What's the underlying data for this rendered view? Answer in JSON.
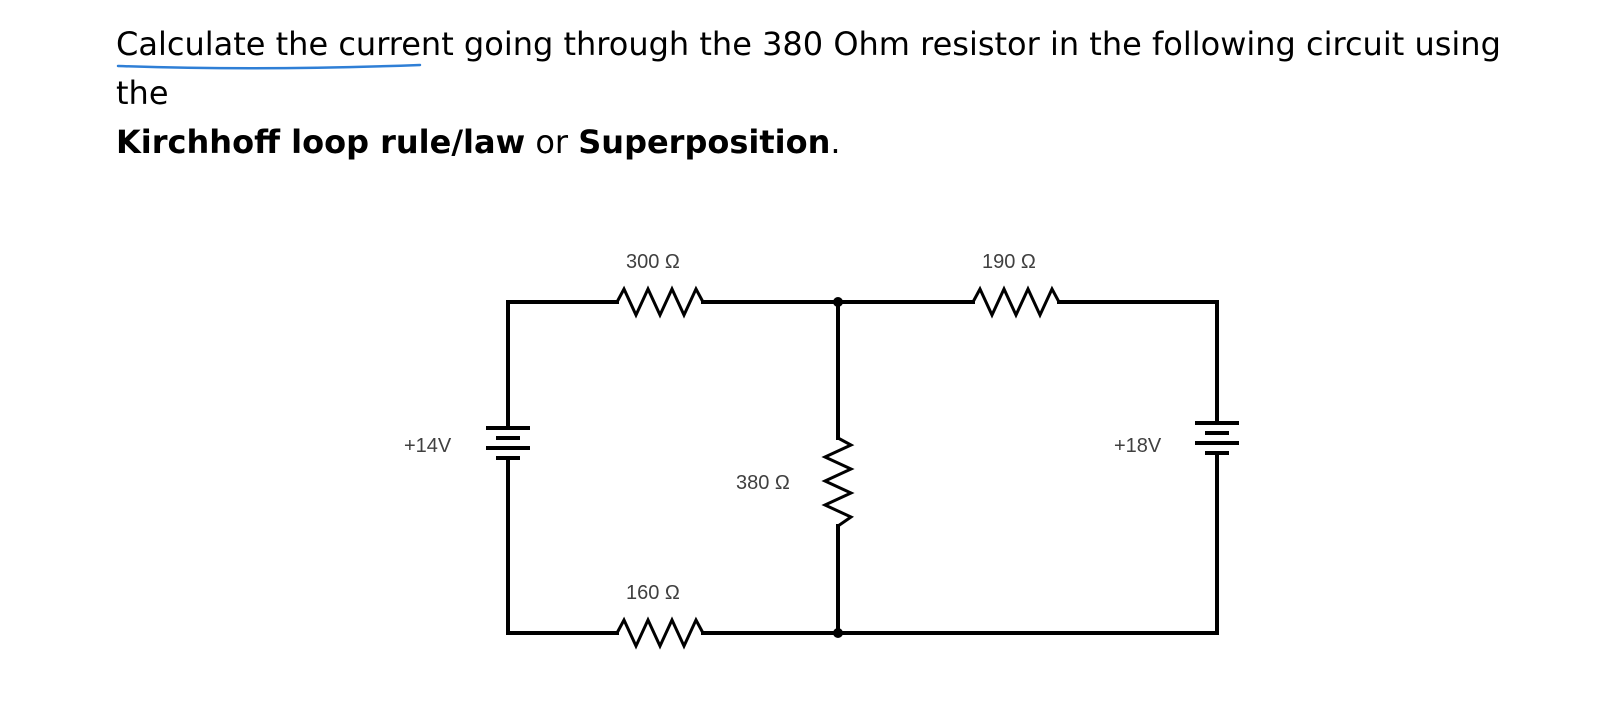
{
  "question": {
    "part1": "Calculate the current going through the 380 Ohm resistor in the following circuit using the",
    "part2_bold": "Kirchhoff loop rule/law",
    "part3": " or ",
    "part4_bold": "Superposition",
    "part5": "."
  },
  "circuit": {
    "resistors": {
      "r_top_left": "300 Ω",
      "r_top_right": "190 Ω",
      "r_middle": "380 Ω",
      "r_bottom_left": "160 Ω"
    },
    "sources": {
      "left": "+14V",
      "right": "+18V"
    }
  },
  "colors": {
    "wire": "#000000",
    "label": "#404040",
    "ink_underline": "#2f7fd6"
  }
}
